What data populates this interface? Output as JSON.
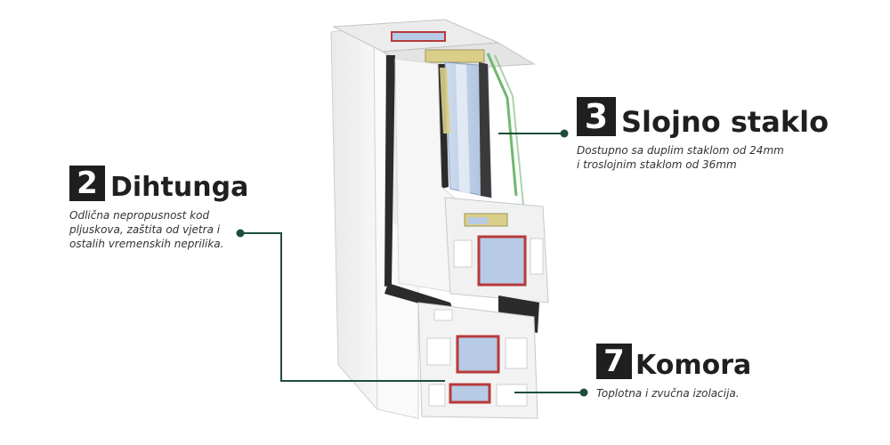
{
  "colors": {
    "accent": "#1e4d3d",
    "label_dark": "#1f1f1f",
    "profile_white": "#f4f4f4",
    "glass_blue": "#b8cbe6",
    "gasket_red": "#b83a3a",
    "steel_yellow": "#d9cf88",
    "green_line": "#6fb86f"
  },
  "callouts": {
    "gasket": {
      "number": "2",
      "title": "Dihtunga",
      "desc": [
        "Odlična nepropusnost kod",
        "pljuskova, zaštita od vjetra i",
        "ostalih vremenskih neprilika."
      ]
    },
    "glass": {
      "number": "3",
      "title": "Slojno staklo",
      "desc": [
        "Dostupno sa duplim staklom od 24mm",
        "i troslojnim staklom od 36mm"
      ]
    },
    "chambers": {
      "number": "7",
      "title": "Komora",
      "desc": [
        "Toplotna i zvučna izolacija."
      ]
    }
  }
}
